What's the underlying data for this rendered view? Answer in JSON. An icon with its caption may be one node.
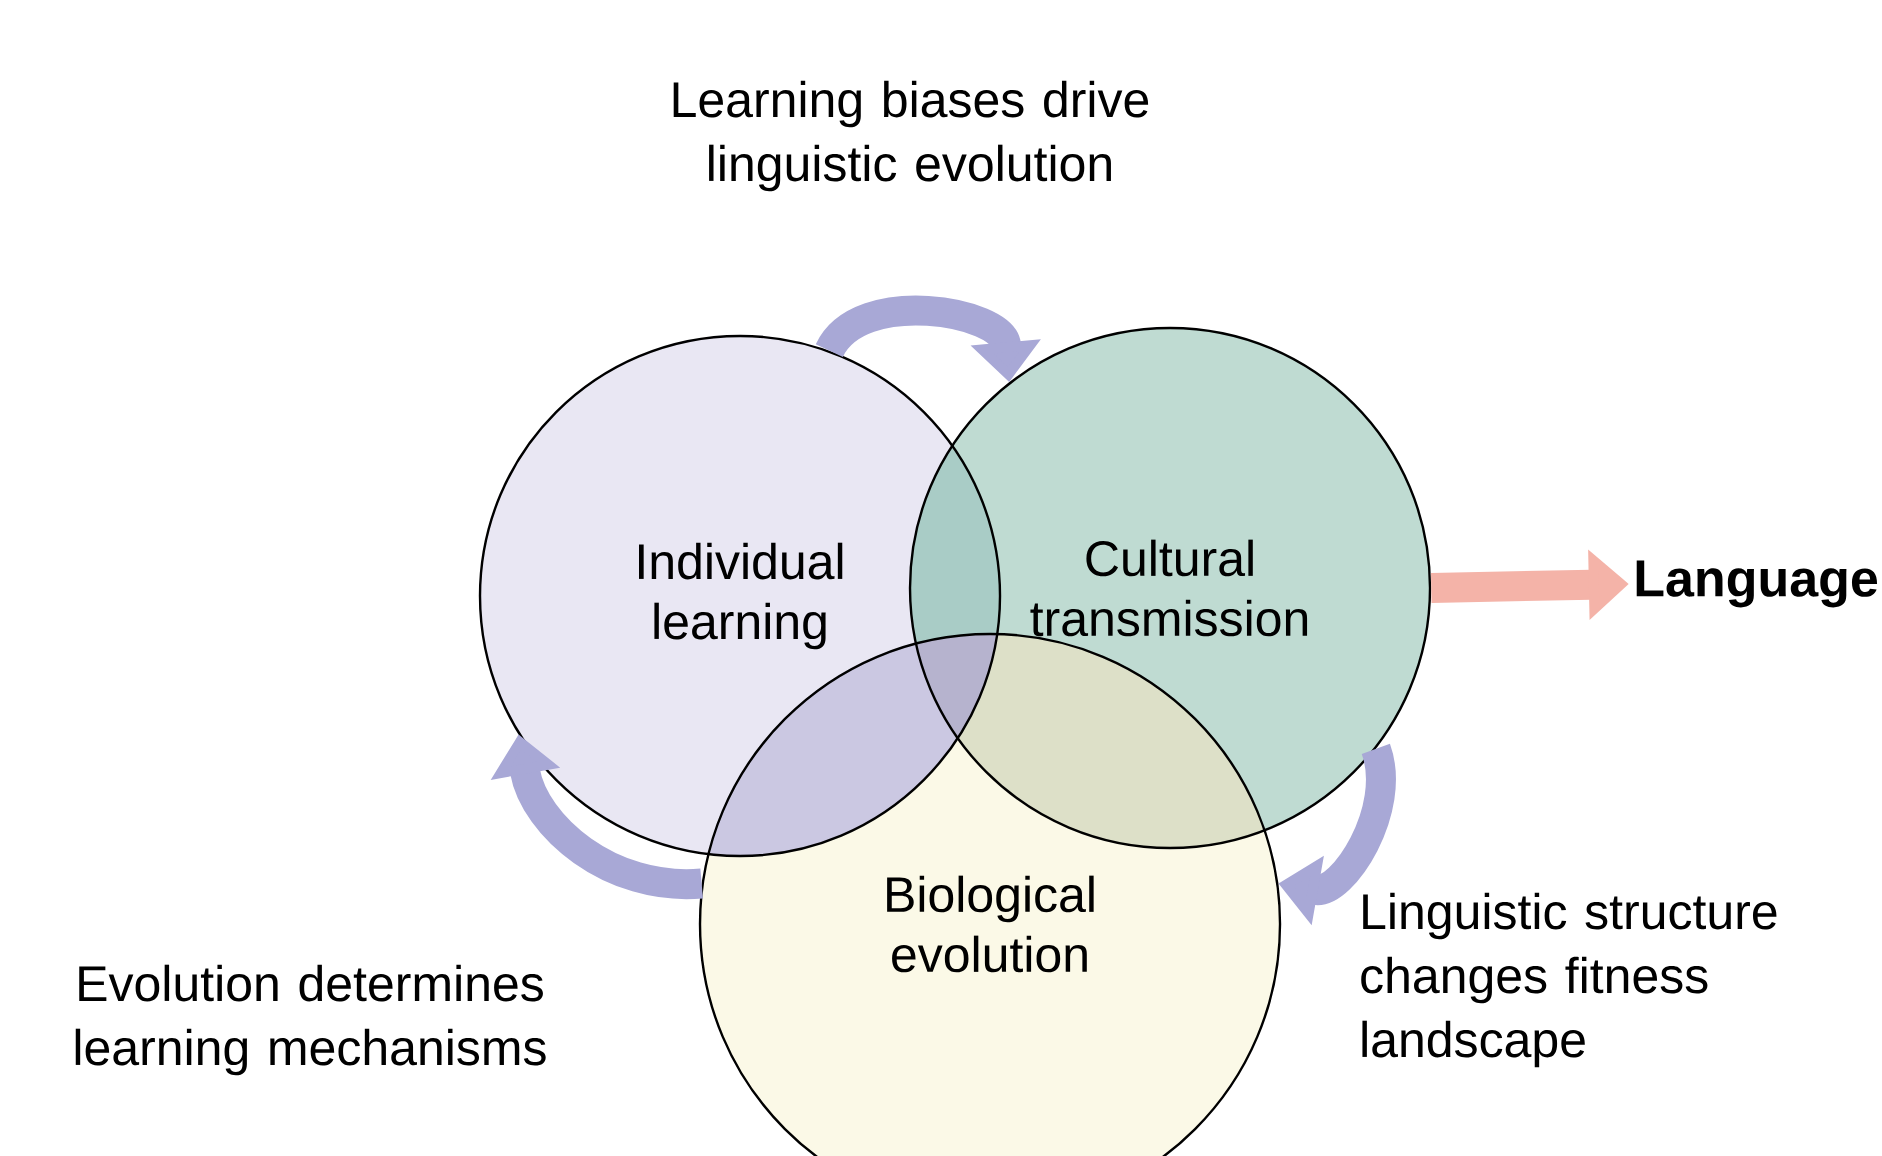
{
  "diagram": {
    "nodes": [
      {
        "text": [
          "Individual learning"
        ]
      },
      {
        "text": [
          "Cultural transmission"
        ]
      },
      {
        "text": [
          "Biological evolution"
        ]
      },
      {
        "text": [
          "**Language**"
        ]
      }
    ],
    "edges": [
      {
        "from": 0,
        "to": 1,
        "arrow": "to",
        "label": "Learning biases drive linguistic evolution"
      },
      {
        "from": 1,
        "to": 2,
        "arrow": "to",
        "label": "Linguistic structure changes fitness landscape"
      },
      {
        "from": 2,
        "to": 0,
        "arrow": "to",
        "label": "Evolution determines learning mechanisms"
      },
      {
        "from": 1,
        "to": 3,
        "arrow": "to",
        "color": "#f4b3a8"
      }
    ]
  }
}
